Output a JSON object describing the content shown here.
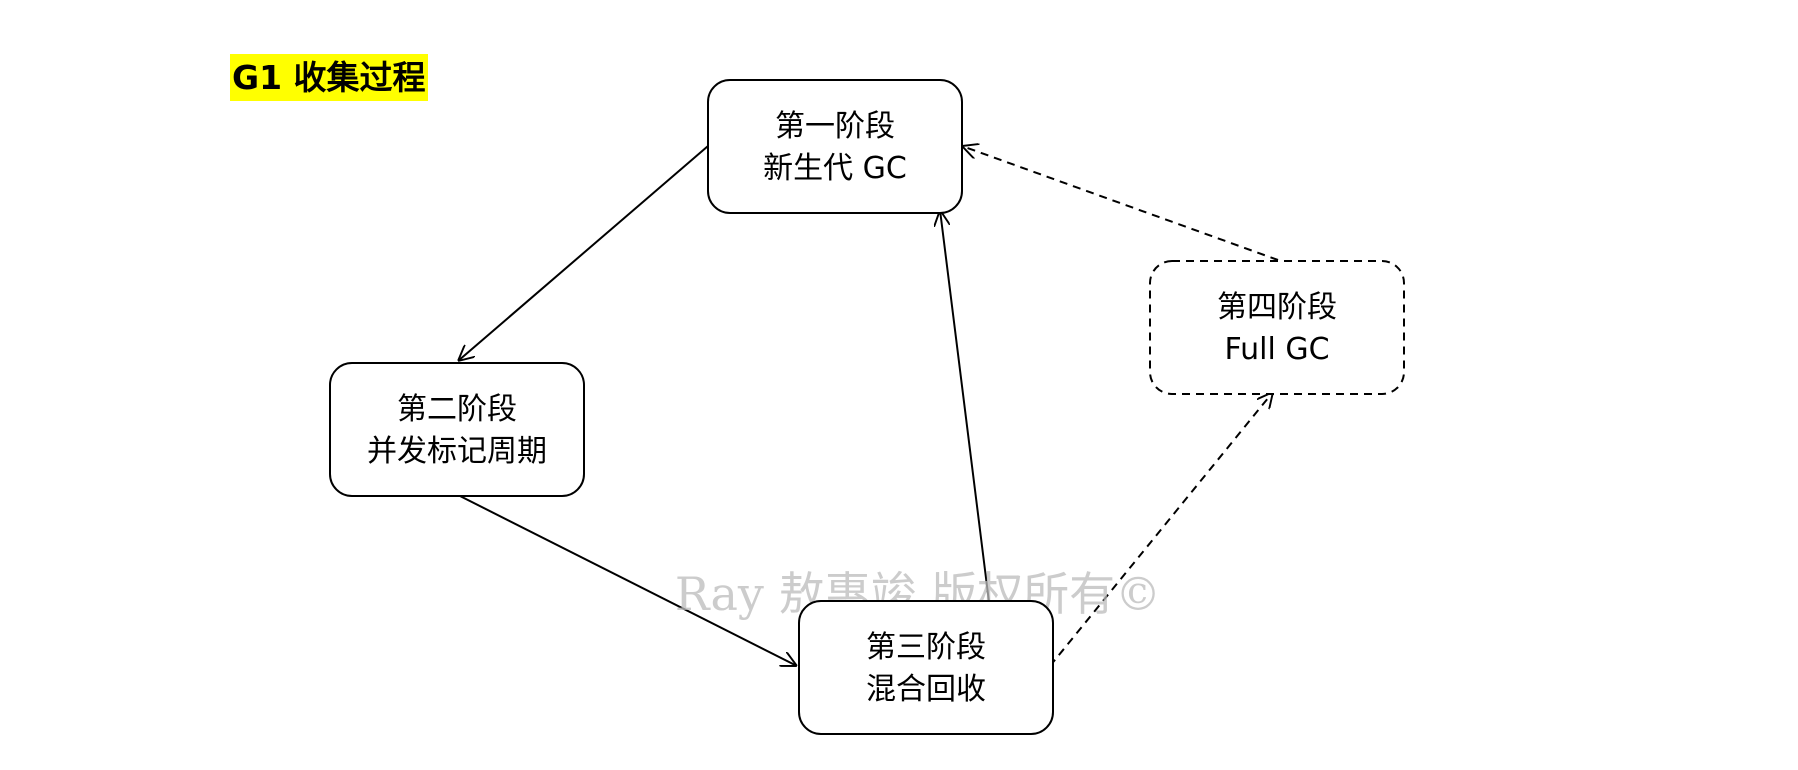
{
  "title": "G1 收集过程",
  "colors": {
    "title_highlight": "#ffff00",
    "stroke": "#000000",
    "watermark": "#bbbbbb"
  },
  "nodes": {
    "phase1": {
      "line1": "第一阶段",
      "line2": "新生代 GC",
      "style": "solid"
    },
    "phase2": {
      "line1": "第二阶段",
      "line2": "并发标记周期",
      "style": "solid"
    },
    "phase3": {
      "line1": "第三阶段",
      "line2": "混合回收",
      "style": "solid"
    },
    "phase4": {
      "line1": "第四阶段",
      "line2": "Full GC",
      "style": "dashed"
    }
  },
  "edges": [
    {
      "from": "phase1",
      "to": "phase2",
      "style": "solid"
    },
    {
      "from": "phase2",
      "to": "phase3",
      "style": "solid"
    },
    {
      "from": "phase3",
      "to": "phase1",
      "style": "solid"
    },
    {
      "from": "phase3",
      "to": "phase4",
      "style": "dashed"
    },
    {
      "from": "phase4",
      "to": "phase1",
      "style": "dashed"
    }
  ],
  "watermark": "Ray 敖惠竣 版权所有©"
}
